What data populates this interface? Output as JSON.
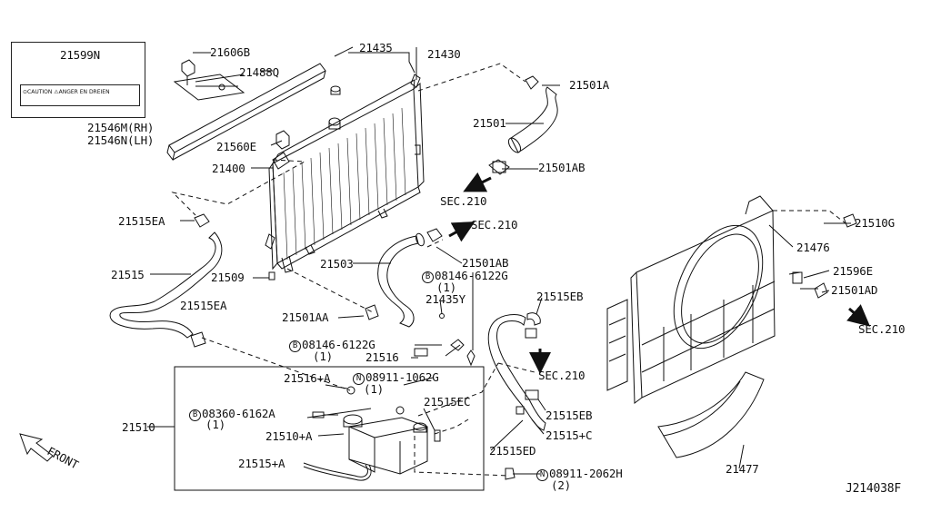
{
  "diagram_id": "J214038F",
  "front_label": "FRONT",
  "caution_plate_text": "⊙CAUTION  ⚠ANGER EN DREIEN",
  "legend": {
    "part": "21599N"
  },
  "labels": {
    "p21606B": "21606B",
    "p21435": "21435",
    "p21430": "21430",
    "p21488Q": "21488Q",
    "p21546M": "21546M(RH)",
    "p21546N": "21546N(LH)",
    "p21560E": "21560E",
    "p21400": "21400",
    "p21501A": "21501A",
    "p21501": "21501",
    "p21501AB_top": "21501AB",
    "sec210_a": "SEC.210",
    "sec210_b": "SEC.210",
    "p21515EA_top": "21515EA",
    "p21515": "21515",
    "p21509": "21509",
    "p21503": "21503",
    "p21501AB_mid": "21501AB",
    "p08146_top": "08146-6122G",
    "p08146_top_qty": "(1)",
    "p21435Y": "21435Y",
    "p21515EA_mid": "21515EA",
    "p21501AA": "21501AA",
    "p08146_left": "08146-6122G",
    "p08146_left_qty": "(1)",
    "p21516": "21516",
    "p21516A": "21516+A",
    "p08911_1062": "08911-1062G",
    "p08911_1062_qty": "(1)",
    "p21515EC": "21515EC",
    "p21510": "21510",
    "p08360": "08360-6162A",
    "p08360_qty": "(1)",
    "p21510A": "21510+A",
    "p21515A": "21515+A",
    "p21515EB_top": "21515EB",
    "sec210_c": "SEC.210",
    "p21515EB_bot": "21515EB",
    "p21515C": "21515+C",
    "p21515ED": "21515ED",
    "p08911_2062": "08911-2062H",
    "p08911_2062_qty": "(2)",
    "p21510G": "21510G",
    "p21476": "21476",
    "p21596E": "21596E",
    "p21501AD": "21501AD",
    "sec210_d": "SEC.210",
    "p21477": "21477",
    "b_symbol": "B",
    "n_symbol": "N"
  }
}
